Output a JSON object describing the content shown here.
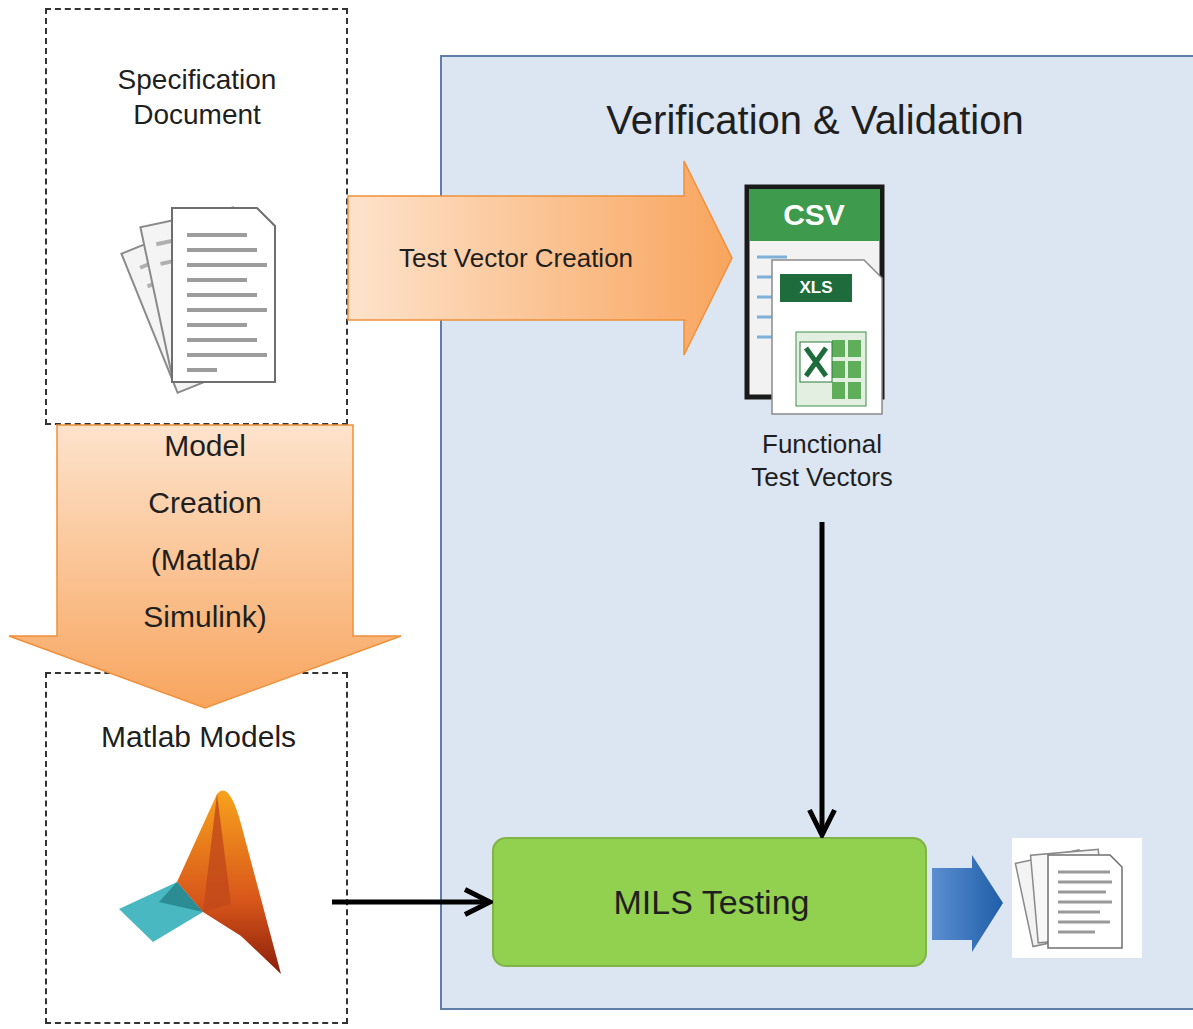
{
  "diagram": {
    "nodes": [
      {
        "text": [
          "Specification Document"
        ]
      },
      {
        "text": [
          "Verification & Validation"
        ]
      },
      {
        "text": [
          "Functional Test Vectors"
        ],
        "in": 1
      },
      {
        "text": [
          "Matlab Models"
        ]
      },
      {
        "text": [
          "MILS Testing"
        ],
        "in": 1
      }
    ],
    "edges": [
      {
        "from": 0,
        "to": 2,
        "label": "Test Vector Creation",
        "arrow": "to"
      },
      {
        "from": 0,
        "to": 3,
        "label": "Model Creation (Matlab/ Simulink)",
        "arrow": "to"
      },
      {
        "from": 2,
        "to": 4,
        "arrow": "to"
      },
      {
        "from": 3,
        "to": 4,
        "arrow": "to"
      }
    ],
    "labels": [
      "CSV",
      "XLS"
    ]
  }
}
